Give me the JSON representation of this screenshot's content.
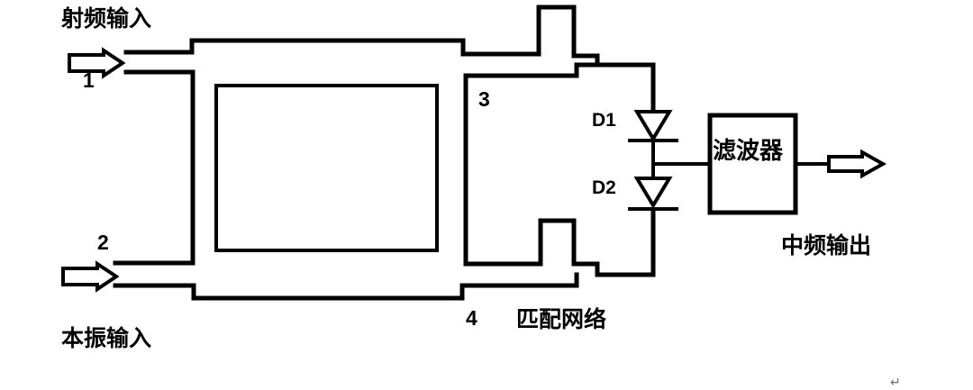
{
  "diagram": {
    "background_color": "#ffffff",
    "line_color": "#000000",
    "return_mark_color": "#6e6e6e",
    "labels": {
      "rf_input": "射频输入",
      "lo_input": "本振输入",
      "if_output": "中频输出",
      "filter": "滤波器",
      "matching_network": "匹配网络",
      "port_1": "1",
      "port_2": "2",
      "port_3": "3",
      "port_4": "4",
      "diode_1": "D1",
      "diode_2": "D2",
      "return_mark": "↵"
    }
  }
}
